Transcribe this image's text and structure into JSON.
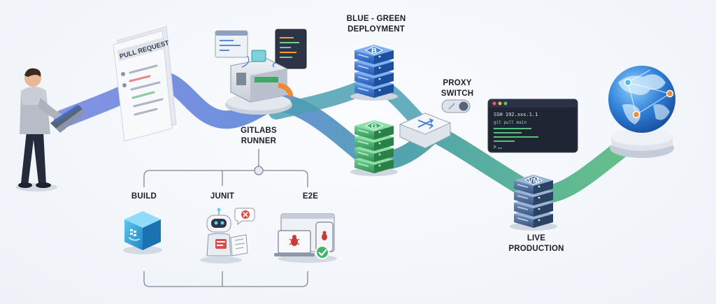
{
  "labels": {
    "blue_green": "BLUE - GREEN",
    "deployment": "DEPLOYMENT",
    "proxy": "PROXY",
    "switch": "SWITCH",
    "gitlabs": "GITLABS",
    "runner": "RUNNER",
    "build": "BUILD",
    "junit": "JUNIT",
    "e2e": "E2E",
    "live": "LIVE",
    "production": "PRODUCTION"
  },
  "pull_request": {
    "title": "PULL REQUEST"
  },
  "servers": {
    "blue_letter": "B",
    "green_letter": "G",
    "vm_label": "VM"
  },
  "terminal": {
    "line1": "SSH 192.xxx.1.1",
    "line2": "git pull main"
  },
  "colors": {
    "pipe_blue": "#5b82d6",
    "pipe_teal": "#3f9aa6",
    "pipe_green": "#55b97c",
    "server_blue": "#2f6fc9",
    "server_green": "#3fa865",
    "text_dark": "#1a1f2b"
  },
  "icons": [
    "developer-person-icon",
    "laptop-icon",
    "pull-request-document-icon",
    "gitlab-runner-machine-icon",
    "server-stack-icon",
    "router-switch-icon",
    "toggle-icon",
    "terminal-window-icon",
    "globe-icon",
    "container-cube-icon",
    "robot-icon",
    "error-badge-icon",
    "bug-icon",
    "check-badge-icon"
  ]
}
